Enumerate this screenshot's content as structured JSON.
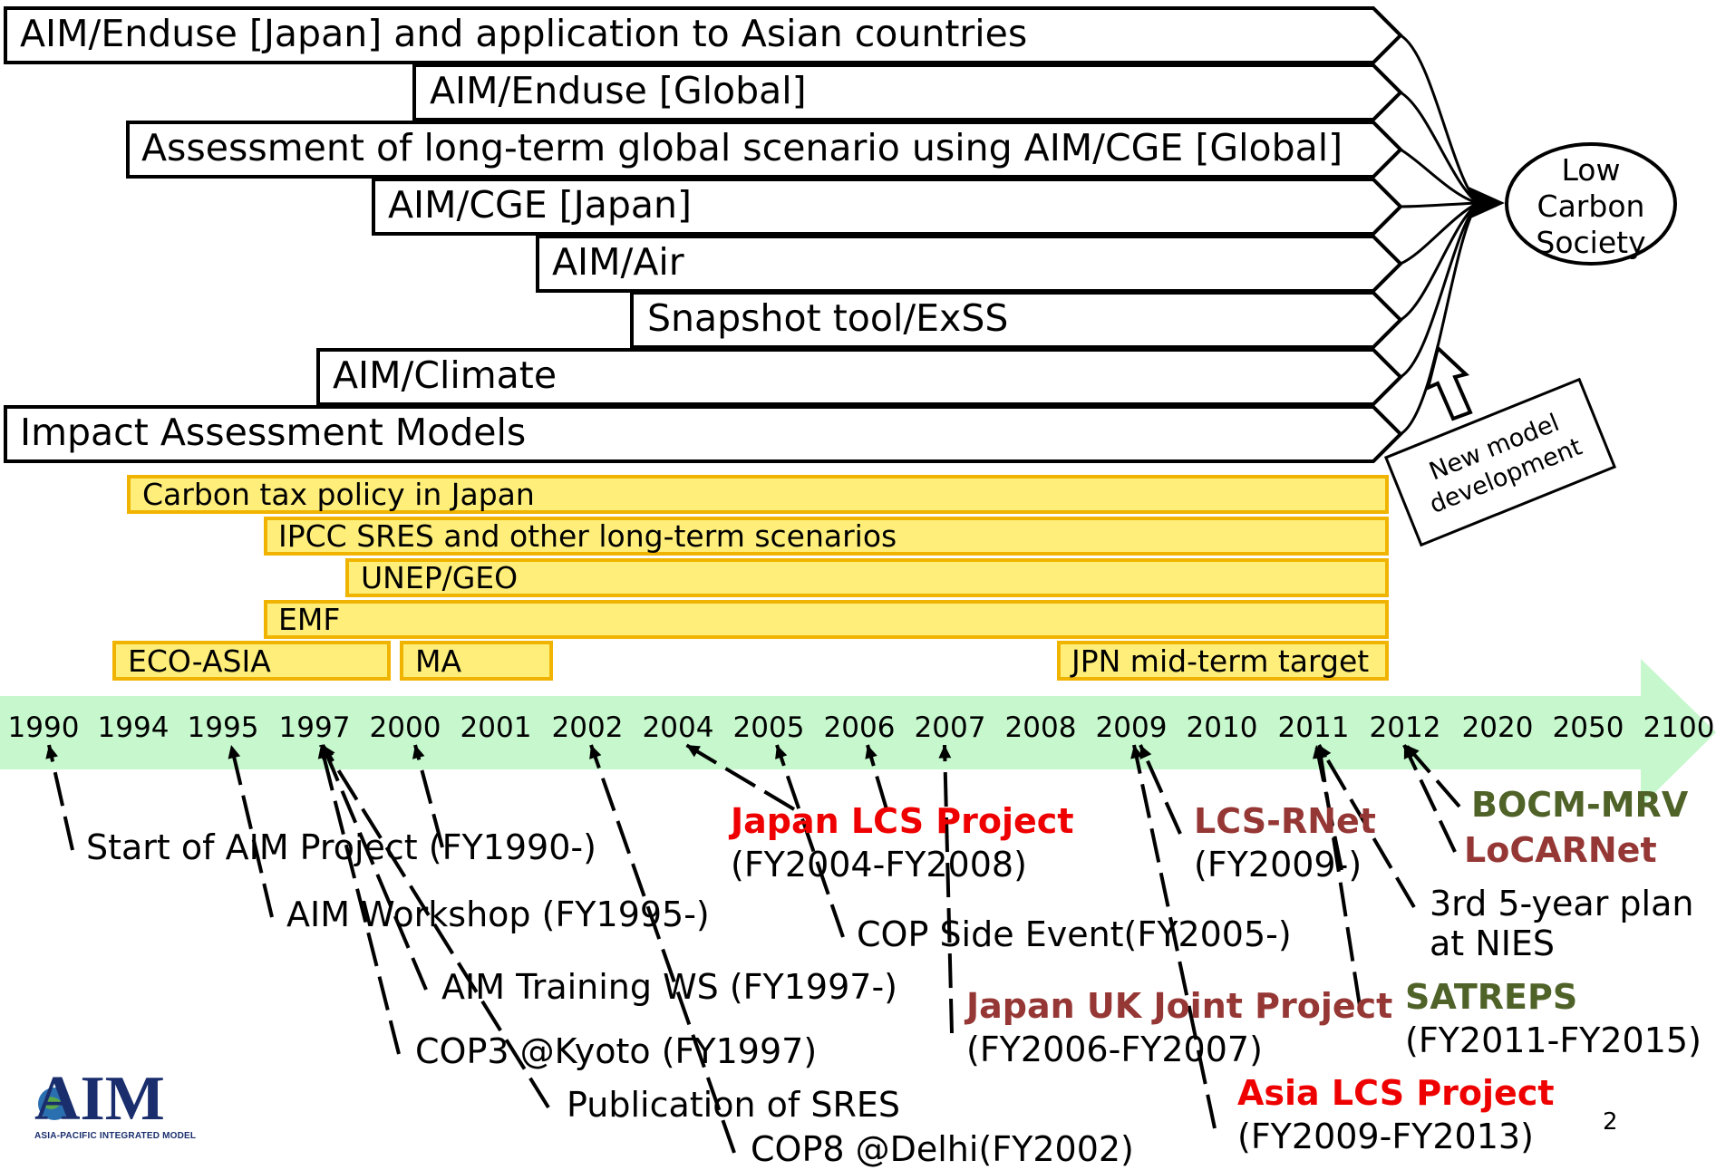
{
  "models": [
    "AIM/Enduse [Japan] and application to Asian countries",
    "AIM/Enduse [Global]",
    "Assessment of long-term global scenario using AIM/CGE [Global]",
    "AIM/CGE [Japan]",
    "AIM/Air",
    "Snapshot tool/ExSS",
    "AIM/Climate",
    "Impact Assessment Models"
  ],
  "goal": {
    "line1": "Low",
    "line2": "Carbon",
    "line3": "Society"
  },
  "new_model": {
    "line1": "New model",
    "line2": "development"
  },
  "policies": [
    "Carbon tax policy in Japan",
    "IPCC SRES and other long-term scenarios",
    "UNEP/GEO",
    "EMF",
    "ECO-ASIA",
    "MA",
    "JPN mid-term target"
  ],
  "timeline": {
    "years": [
      "1990",
      "1994",
      "1995",
      "1997",
      "2000",
      "2001",
      "2002",
      "2004",
      "2005",
      "2006",
      "2007",
      "2008",
      "2009",
      "2010",
      "2011",
      "2012",
      "2020",
      "2050",
      "2100"
    ]
  },
  "events": {
    "start_aim": "Start of AIM Project (FY1990-)",
    "aim_workshop": "AIM Workshop (FY1995-)",
    "aim_training": "AIM Training WS (FY1997-)",
    "cop3": "COP3 @Kyoto (FY1997)",
    "sres": "Publication of SRES",
    "cop8": "COP8 @Delhi(FY2002)",
    "japan_lcs_title": "Japan LCS Project",
    "japan_lcs_period": "(FY2004-FY2008)",
    "cop_side": "COP Side Event(FY2005-)",
    "japan_uk_title": "Japan UK Joint Project",
    "japan_uk_period": "(FY2006-FY2007)",
    "lcs_rnet_title": "LCS-RNet",
    "lcs_rnet_period": "(FY2009-)",
    "asia_lcs_title": "Asia LCS Project",
    "asia_lcs_period": "(FY2009-FY2013)",
    "bocm": "BOCM-MRV",
    "locarnet": "LoCARNet",
    "nies_line1": "3rd 5-year plan",
    "nies_line2": "at NIES",
    "satreps_title": "SATREPS",
    "satreps_period": "(FY2011-FY2015)"
  },
  "logo": {
    "word": "AIM",
    "tagline": "ASIA-PACIFIC INTEGRATED MODEL"
  },
  "page_number": "2",
  "colors": {
    "policy_fill": "#ffef7a",
    "policy_border": "#f0b400",
    "timeline_arrow": "#c6f7cd",
    "red": "#ee0000",
    "brown": "#953735",
    "green": "#4f6228"
  }
}
